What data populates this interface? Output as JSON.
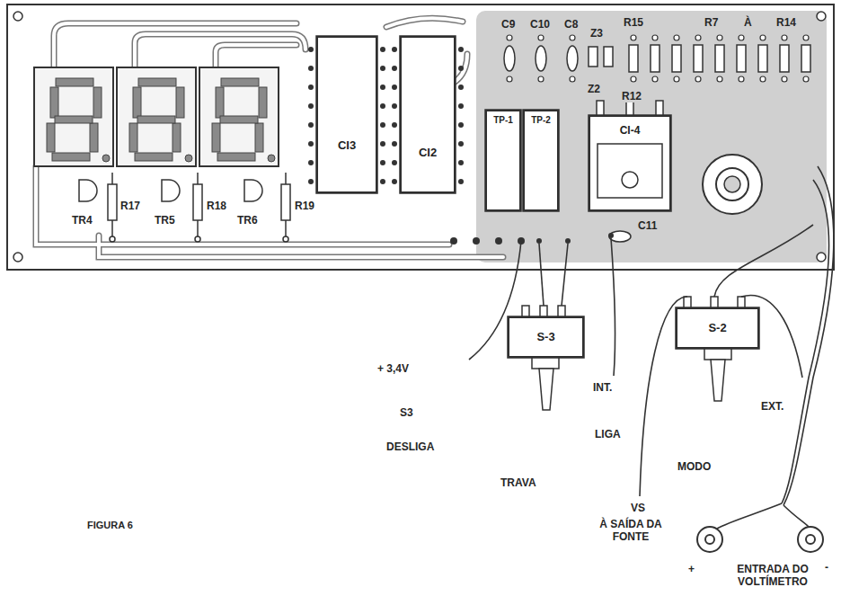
{
  "diagram": {
    "caption": "FIGURA 6",
    "nodes": [
      {
        "text": [
          "CI3"
        ]
      },
      {
        "text": [
          "CI2"
        ]
      },
      {
        "text": [
          "TP-1"
        ]
      },
      {
        "text": [
          "TP-2"
        ]
      },
      {
        "text": [
          "CI-4"
        ]
      },
      {
        "text": [
          "S-3"
        ]
      },
      {
        "text": [
          "S-2"
        ]
      }
    ],
    "labels": [
      "C9",
      "C10",
      "C8",
      "Z3",
      "R15",
      "R7",
      "À",
      "R14",
      "Z2",
      "R12",
      "C11",
      "TR4",
      "R17",
      "TR5",
      "R18",
      "TR6",
      "R19",
      "+ 3,4V",
      "S3",
      "DESLIGA",
      "TRAVA",
      "INT.",
      "LIGA",
      "MODO",
      "EXT.",
      "VS",
      "À SAÍDA DA FONTE",
      "+",
      "ENTRADA DO VOLTÍMETRO",
      "-"
    ]
  }
}
